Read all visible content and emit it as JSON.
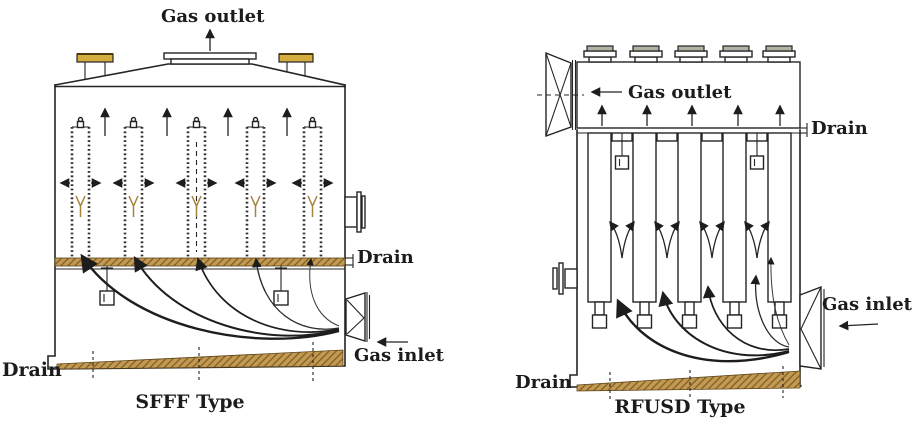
{
  "colors": {
    "background": "#ffffff",
    "line": "#242424",
    "dust_fill": "#c49a52",
    "dust_hatch": "#7d5f26",
    "flange_yellow": "#d4ae3e",
    "cap_gray": "#b2b2a4"
  },
  "sfff": {
    "caption": "SFFF Type",
    "gas_outlet_label": "Gas outlet",
    "gas_inlet_label": "Gas inlet",
    "drain_mid_label": "Drain",
    "drain_bottom_label": "Drain",
    "filter_bag_count": 5
  },
  "rfusd": {
    "caption": "RFUSD Type",
    "gas_outlet_label": "Gas outlet",
    "gas_inlet_label": "Gas inlet",
    "drain_top_label": "Drain",
    "drain_bottom_label": "Drain",
    "filter_element_count": 5
  }
}
